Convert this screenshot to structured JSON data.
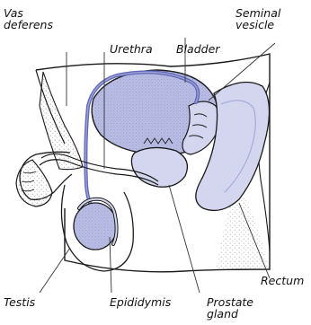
{
  "labels": {
    "vas_deferens": [
      "Vas",
      "deferens"
    ],
    "urethra": "Urethra",
    "bladder": "Bladder",
    "seminal_vesicle": [
      "Seminal",
      "vesicle"
    ],
    "testis": "Testis",
    "epididymis": "Epididymis",
    "prostate_gland": [
      "Prostate",
      "gland"
    ],
    "rectum": "Rectum"
  },
  "colors": {
    "organ_fill": "#b9bde3",
    "organ_light": "#d3d6ee",
    "tube": "#5f68b8",
    "stipple": "#8a8a8a",
    "outline": "#1a1a1a",
    "leader": "#333333"
  }
}
